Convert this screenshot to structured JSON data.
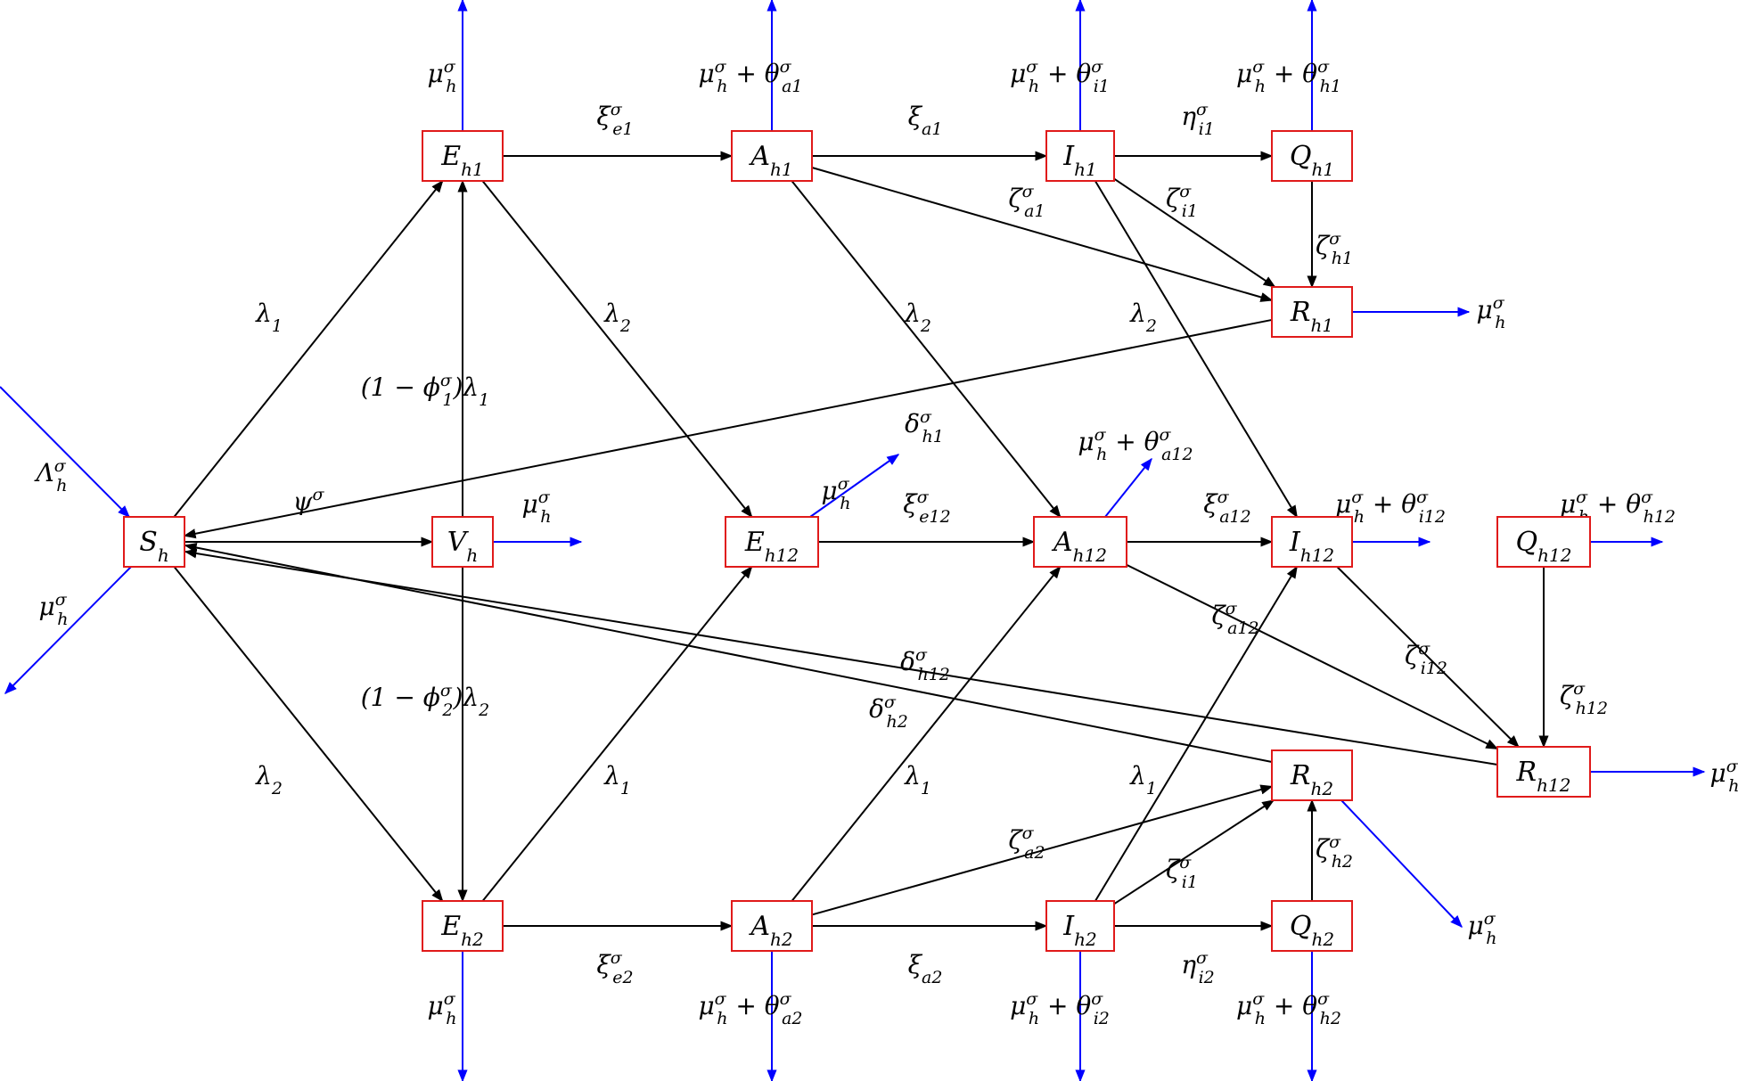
{
  "nodes": {
    "Sh": {
      "base": "S",
      "sub": "h"
    },
    "Vh": {
      "base": "V",
      "sub": "h"
    },
    "Eh1": {
      "base": "E",
      "sub": "h1"
    },
    "Ah1": {
      "base": "A",
      "sub": "h1"
    },
    "Ih1": {
      "base": "I",
      "sub": "h1"
    },
    "Qh1": {
      "base": "Q",
      "sub": "h1"
    },
    "Rh1": {
      "base": "R",
      "sub": "h1"
    },
    "Eh12": {
      "base": "E",
      "sub": "h12"
    },
    "Ah12": {
      "base": "A",
      "sub": "h12"
    },
    "Ih12": {
      "base": "I",
      "sub": "h12"
    },
    "Qh12": {
      "base": "Q",
      "sub": "h12"
    },
    "Rh12": {
      "base": "R",
      "sub": "h12"
    },
    "Eh2": {
      "base": "E",
      "sub": "h2"
    },
    "Ah2": {
      "base": "A",
      "sub": "h2"
    },
    "Ih2": {
      "base": "I",
      "sub": "h2"
    },
    "Qh2": {
      "base": "Q",
      "sub": "h2"
    },
    "Rh2": {
      "base": "R",
      "sub": "h2"
    }
  },
  "labels": {
    "lambda_in": {
      "base": "Λ",
      "sub": "h",
      "sup": "σ"
    },
    "mu_h": {
      "base": "μ",
      "sub": "h",
      "sup": "σ"
    },
    "mu_h_a1": {
      "pre": "μ",
      "pre_sub": "h",
      "pre_sup": "σ",
      "op": " + ",
      "base": "θ",
      "sub": "a1",
      "sup": "σ"
    },
    "mu_h_i1": {
      "pre": "μ",
      "pre_sub": "h",
      "pre_sup": "σ",
      "op": " + ",
      "base": "θ",
      "sub": "i1",
      "sup": "σ"
    },
    "mu_h_h1": {
      "pre": "μ",
      "pre_sub": "h",
      "pre_sup": "σ",
      "op": " + ",
      "base": "θ",
      "sub": "h1",
      "sup": "σ"
    },
    "mu_h_a2": {
      "pre": "μ",
      "pre_sub": "h",
      "pre_sup": "σ",
      "op": " + ",
      "base": "θ",
      "sub": "a2",
      "sup": "σ"
    },
    "mu_h_i2": {
      "pre": "μ",
      "pre_sub": "h",
      "pre_sup": "σ",
      "op": " + ",
      "base": "θ",
      "sub": "i2",
      "sup": "σ"
    },
    "mu_h_h2": {
      "pre": "μ",
      "pre_sub": "h",
      "pre_sup": "σ",
      "op": " + ",
      "base": "θ",
      "sub": "h2",
      "sup": "σ"
    },
    "mu_h_a12": {
      "pre": "μ",
      "pre_sub": "h",
      "pre_sup": "σ",
      "op": " + ",
      "base": "θ",
      "sub": "a12",
      "sup": "σ"
    },
    "mu_h_i12": {
      "pre": "μ",
      "pre_sub": "h",
      "pre_sup": "σ",
      "op": " + ",
      "base": "θ",
      "sub": "i12",
      "sup": "σ"
    },
    "mu_h_h12": {
      "pre": "μ",
      "pre_sub": "h",
      "pre_sup": "σ",
      "op": " + ",
      "base": "θ",
      "sub": "h12",
      "sup": "σ"
    },
    "xi_e1": {
      "base": "ξ",
      "sub": "e1",
      "sup": "σ"
    },
    "xi_a1": {
      "base": "ξ",
      "sub": "a1"
    },
    "eta_i1": {
      "base": "η",
      "sub": "i1",
      "sup": "σ"
    },
    "zeta_a1": {
      "base": "ζ",
      "sub": "a1",
      "sup": "σ"
    },
    "zeta_i1": {
      "base": "ζ",
      "sub": "i1",
      "sup": "σ"
    },
    "zeta_h1": {
      "base": "ζ",
      "sub": "h1",
      "sup": "σ"
    },
    "xi_e2": {
      "base": "ξ",
      "sub": "e2",
      "sup": "σ"
    },
    "xi_a2": {
      "base": "ξ",
      "sub": "a2"
    },
    "eta_i2": {
      "base": "η",
      "sub": "i2",
      "sup": "σ"
    },
    "zeta_a2": {
      "base": "ζ",
      "sub": "a2",
      "sup": "σ"
    },
    "zeta_h2": {
      "base": "ζ",
      "sub": "h2",
      "sup": "σ"
    },
    "xi_e12": {
      "base": "ξ",
      "sub": "e12",
      "sup": "σ"
    },
    "xi_a12": {
      "base": "ξ",
      "sub": "a12",
      "sup": "σ"
    },
    "zeta_a12": {
      "base": "ζ",
      "sub": "a12",
      "sup": "σ"
    },
    "zeta_i12": {
      "base": "ζ",
      "sub": "i12",
      "sup": "σ"
    },
    "zeta_h12": {
      "base": "ζ",
      "sub": "h12",
      "sup": "σ"
    },
    "delta_h1": {
      "base": "δ",
      "sub": "h1",
      "sup": "σ"
    },
    "delta_h2": {
      "base": "δ",
      "sub": "h2",
      "sup": "σ"
    },
    "delta_h12": {
      "base": "δ",
      "sub": "h12",
      "sup": "σ"
    },
    "psi": {
      "base": "ψ",
      "sup": "σ"
    },
    "lambda1": {
      "base": "λ",
      "sub": "1"
    },
    "lambda2": {
      "base": "λ",
      "sub": "2"
    },
    "vacc1": {
      "pre_text": "(1 − ",
      "base": "ϕ",
      "sub": "1",
      "sup": "σ",
      "post": ")λ",
      "post_sub": "1"
    },
    "vacc2": {
      "pre_text": "(1 − ",
      "base": "ϕ",
      "sub": "2",
      "sup": "σ",
      "post": ")λ",
      "post_sub": "2"
    }
  },
  "colors": {
    "node_border": "#e01a1a",
    "transition_edge": "#000000",
    "inflow_outflow_edge": "#0000ff"
  }
}
